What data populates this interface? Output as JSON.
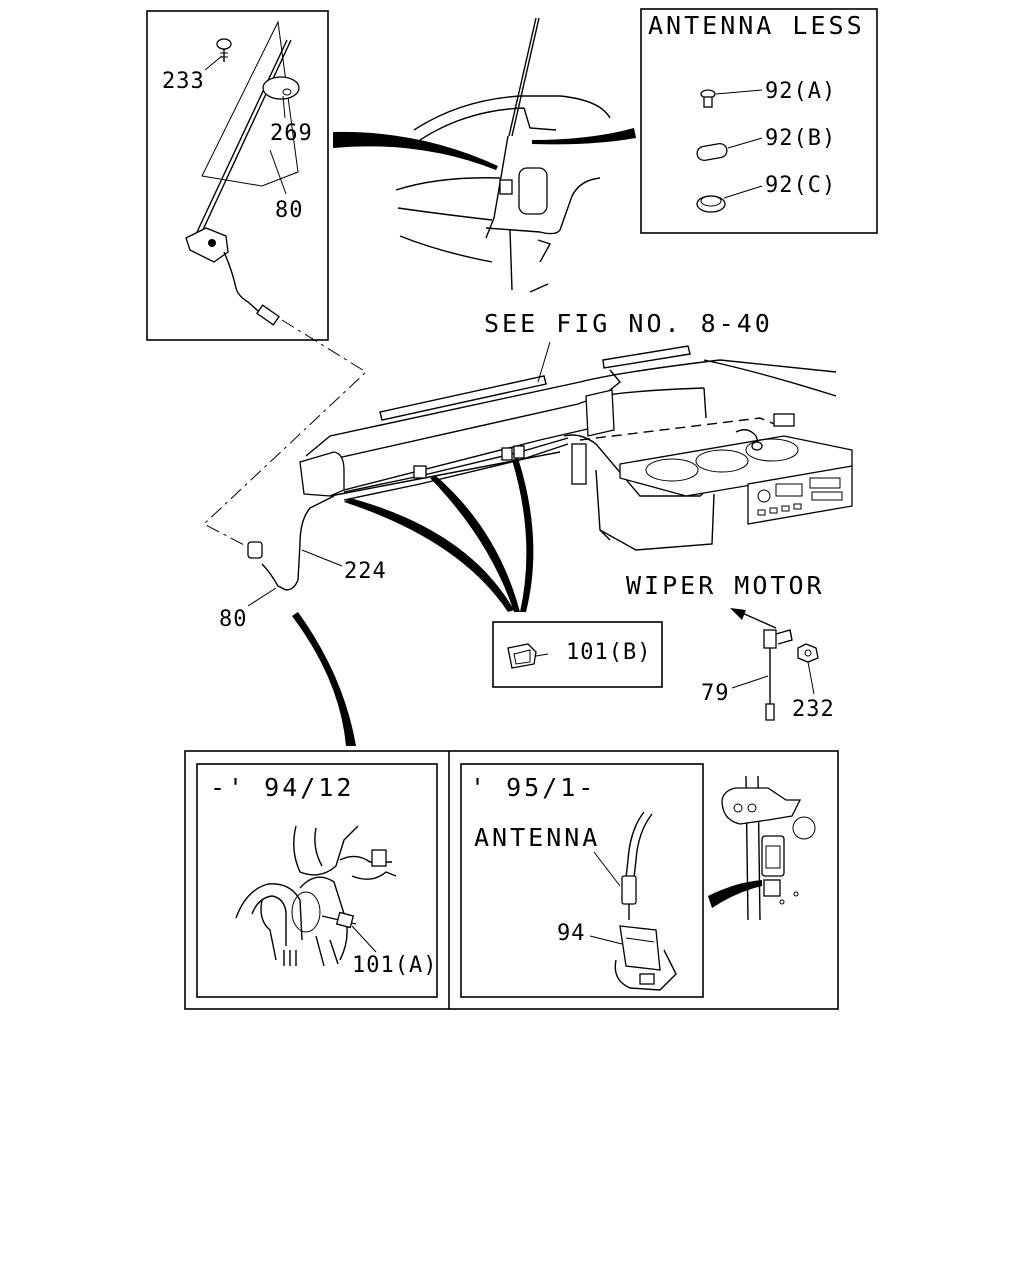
{
  "labels": {
    "p233": "233",
    "p269": "269",
    "p80_top": "80",
    "antenna_less": "ANTENNA LESS",
    "p92a": "92(A)",
    "p92b": "92(B)",
    "p92c": "92(C)",
    "see_fig": "SEE FIG NO. 8-40",
    "p224": "224",
    "p80_mid": "80",
    "p101b": "101(B)",
    "wiper_motor": "WIPER MOTOR",
    "p79": "79",
    "p232": "232",
    "date_early": "-' 94/12",
    "p101a": "101(A)",
    "date_late": "' 95/1-",
    "antenna": "ANTENNA",
    "p94": "94"
  }
}
